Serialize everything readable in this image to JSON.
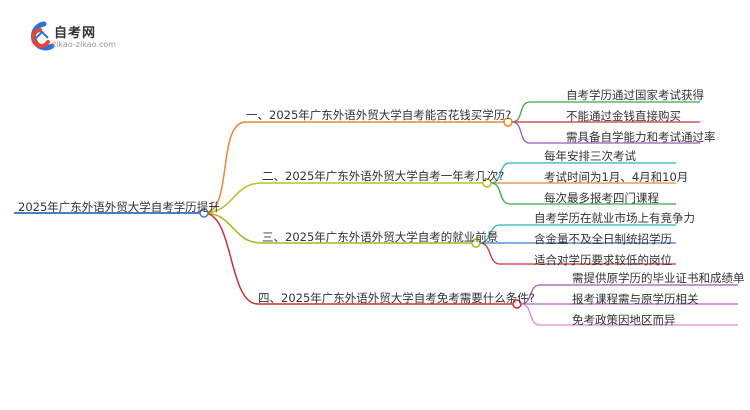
{
  "brand": {
    "name": "自考网",
    "url": "zikao-zikao.com"
  },
  "root": {
    "label": "2025年广东外语外贸大学自考学历提升",
    "color": "#4a7fc8"
  },
  "branches": [
    {
      "label": "一、2025年广东外语外贸大学自考能否花钱买学历?",
      "color": "#e8882e",
      "leaves": [
        {
          "label": "自考学历通过国家考试获得",
          "color": "#3aa64a"
        },
        {
          "label": "不能通过金钱直接购买",
          "color": "#c8323c"
        },
        {
          "label": "需具备自学能力和考试通过率",
          "color": "#9b59b6"
        }
      ]
    },
    {
      "label": "二、2025年广东外语外贸大学自考一年考几次?",
      "color": "#b8c124",
      "leaves": [
        {
          "label": "每年安排三次考试",
          "color": "#2bb5c0"
        },
        {
          "label": "考试时间为1月、4月和10月",
          "color": "#e8882e"
        },
        {
          "label": "每次最多报考四门课程",
          "color": "#3aa64a"
        }
      ]
    },
    {
      "label": "三、2025年广东外语外贸大学自考的就业前景",
      "color": "#a3b81f",
      "leaves": [
        {
          "label": "自考学历在就业市场上有竞争力",
          "color": "#2bb5c0"
        },
        {
          "label": "含金量不及全日制统招学历",
          "color": "#3a7bd5"
        },
        {
          "label": "适合对学历要求较低的岗位",
          "color": "#c8323c"
        }
      ]
    },
    {
      "label": "四、2025年广东外语外贸大学自考免考需要什么条件?",
      "color": "#c8323c",
      "leaves": [
        {
          "label": "需提供原学历的毕业证书和成绩单",
          "color": "#9b59b6"
        },
        {
          "label": "报考课程需与原学历相关",
          "color": "#b05fc6"
        },
        {
          "label": "免考政策因地区而异",
          "color": "#d98ad0"
        }
      ]
    }
  ]
}
